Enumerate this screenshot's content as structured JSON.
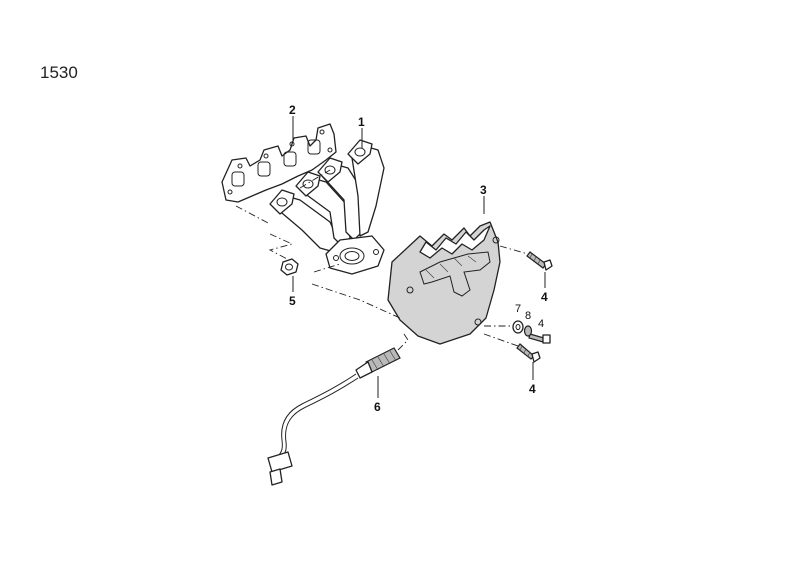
{
  "figure_number": "1530",
  "callouts": {
    "manifold": "1",
    "gasket": "2",
    "heat_shield": "3",
    "bolt_upper": "4",
    "bolt_middle": "4",
    "bolt_lower": "4",
    "nut": "5",
    "oxygen_sensor": "6",
    "washer_flat": "7",
    "washer_lock": "8"
  }
}
